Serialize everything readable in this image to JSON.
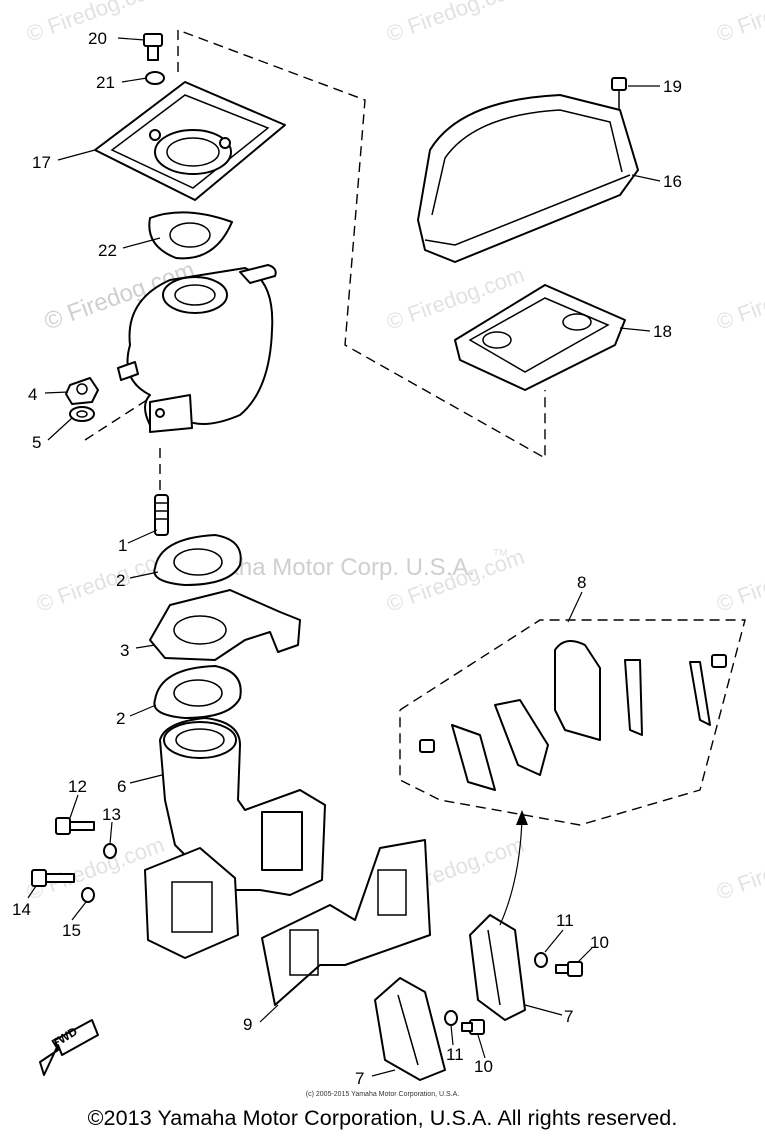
{
  "watermarks": {
    "brand": "© Firedog.com",
    "trademark": "Yamaha Motor Corp. U.S.A.",
    "tm": "TM"
  },
  "diagram": {
    "callouts": [
      "20",
      "21",
      "17",
      "22",
      "4",
      "5",
      "1",
      "2",
      "3",
      "2",
      "6",
      "12",
      "13",
      "14",
      "15",
      "19",
      "16",
      "18",
      "8",
      "11",
      "10",
      "7",
      "9",
      "11",
      "10",
      "7"
    ],
    "fwd_label": "FWD"
  },
  "footer": {
    "small_copyright": "(c) 2005-2015 Yamaha Motor Corporation, U.S.A.",
    "copyright": "©2013 Yamaha Motor Corporation, U.S.A. All rights reserved."
  }
}
